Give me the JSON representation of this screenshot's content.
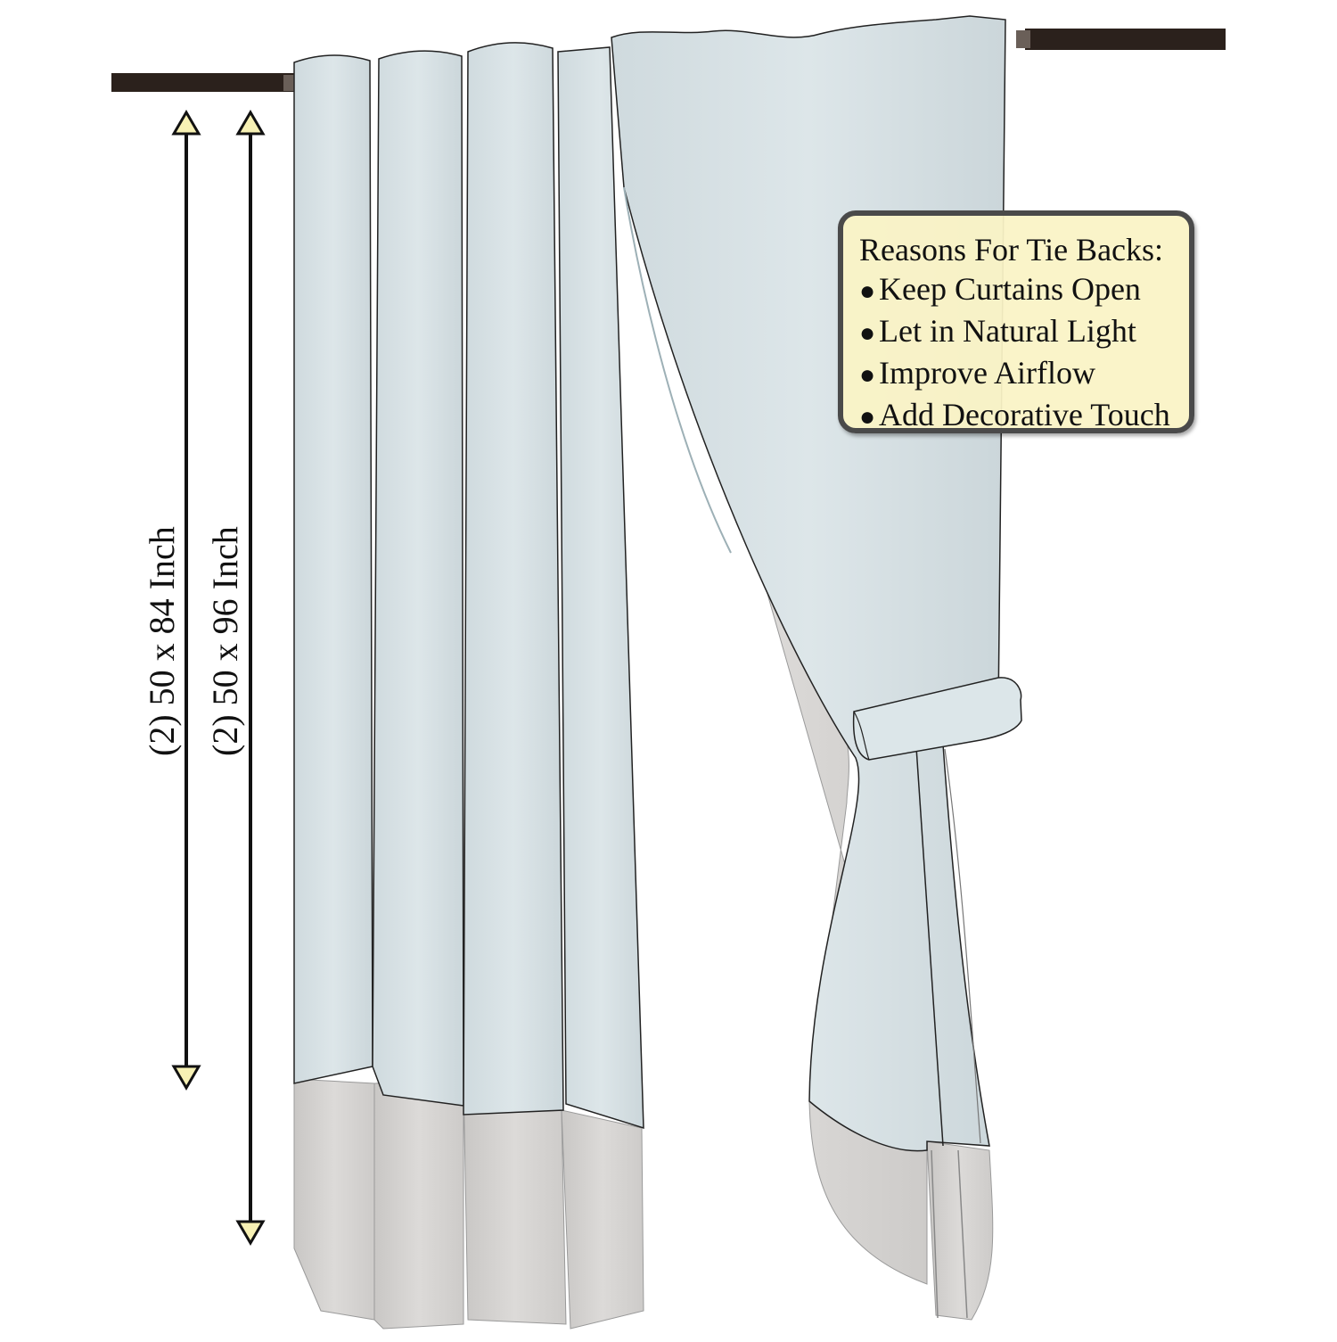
{
  "dimensions": {
    "length_84_label": "(2) 50 x 84 Inch",
    "length_96_label": "(2) 50 x 96 Inch"
  },
  "info_box": {
    "title": "Reasons For Tie Backs:",
    "items": [
      "Keep Curtains Open",
      "Let in Natural Light",
      "Improve Airflow",
      "Add Decorative Touch"
    ]
  },
  "colors": {
    "curtain_face": "#d9e3e6",
    "curtain_lining": "#d6d4d2",
    "rod": "#2b211c",
    "box_fill": "#faf3c6",
    "arrow_head": "#f7f1b4"
  }
}
